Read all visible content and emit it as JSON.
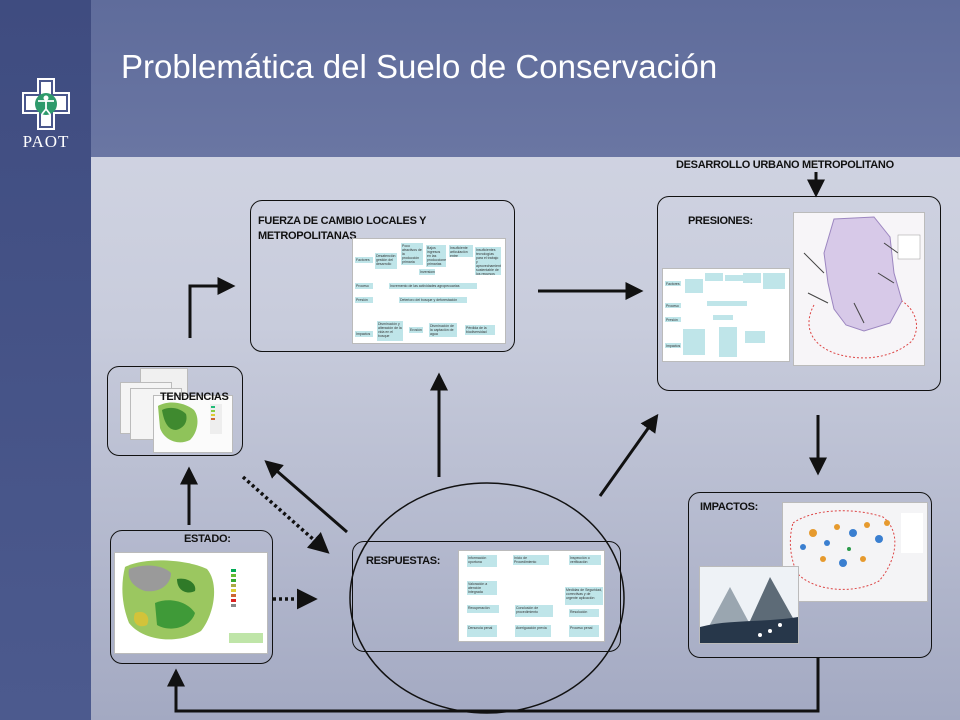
{
  "slide": {
    "title": "Problemática del Suelo de Conservación",
    "logo_text": "PAOT"
  },
  "diagram": {
    "desarrollo": "DESARROLLO URBANO METROPOLITANO",
    "fuerza": "FUERZA DE CAMBIO LOCALES Y METROPOLITANAS",
    "presiones": "PRESIONES:",
    "tendencias": "TENDENCIAS",
    "estado": "ESTADO:",
    "respuestas": "RESPUESTAS:",
    "impactos": "IMPACTOS:"
  },
  "fuerza_chart": {
    "rows": [
      "Factores",
      "Proceso",
      "Presión",
      "Impactos"
    ],
    "top_boxes": [
      "Desatención gestión del desarrollo",
      "Poco atractivos de la producción primaria",
      "Bajos ingresos en las producciones primarias",
      "Inversiones",
      "Insuficiente articulación entre relacionados",
      "Insuficientes tecnologías para el trabajo y aprovechamiento sustentable de los recursos naturales"
    ],
    "mid_boxes": [
      "Incremento de las actividades agropecuarias",
      "Deterioro del bosque y deforestación"
    ],
    "bottom_boxes": [
      "Disminución y alteración de la vida en el bosque",
      "Erosión",
      "Disminución de la captación de agua",
      "Pérdida de la biodiversidad"
    ]
  },
  "respuestas_chart": {
    "boxes": [
      "Información oportuna",
      "Inicio de Procedimiento",
      "Inspección o verificación",
      "Valoración a atención Integrada",
      "Medidas de Seguridad, correctivas y de urgente aplicación",
      "Recuperación",
      "Conclusión de procedimiento",
      "Resolución",
      "Denuncia penal",
      "Averiguación previa",
      "Proceso penal"
    ]
  },
  "colors": {
    "sidebar": "#4a578c",
    "topbar": "#6470a0",
    "background": "#c9cede",
    "box_fill": "#bfe5e9",
    "stroke": "#111111"
  },
  "icons": [
    "paot-logo-icon",
    "map-icon"
  ]
}
